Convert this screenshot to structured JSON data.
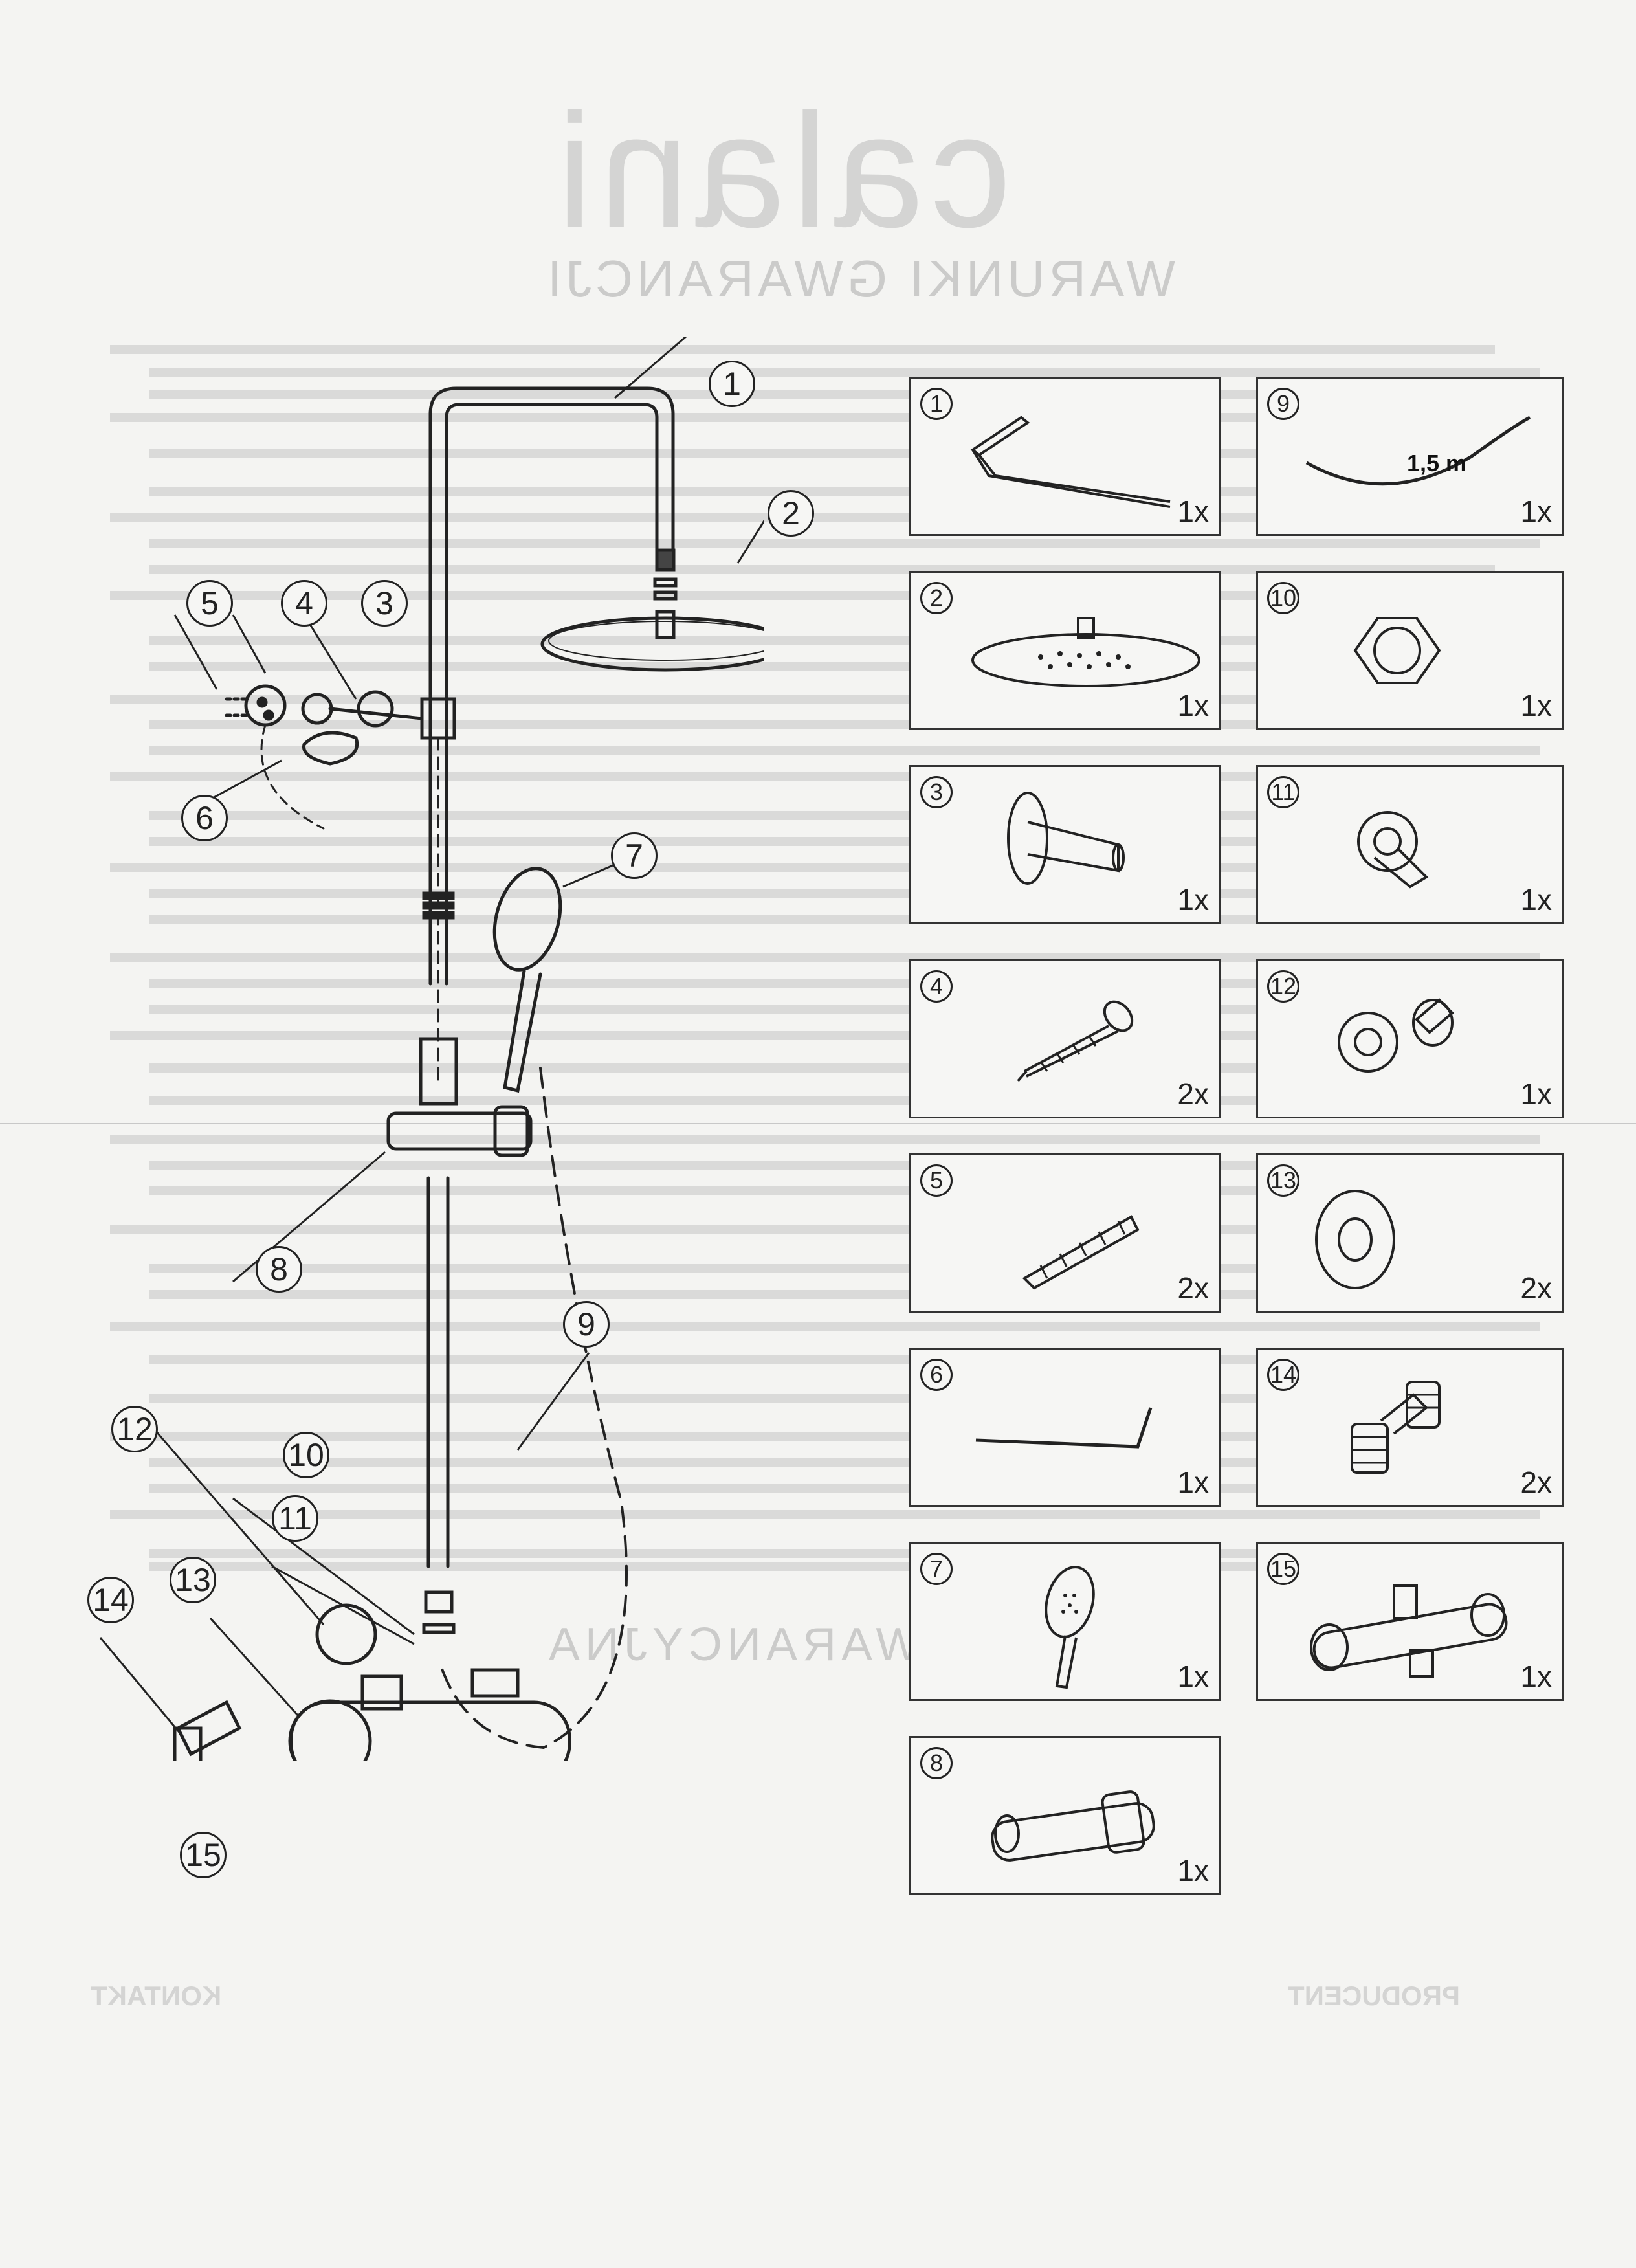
{
  "background_text": {
    "brand": "calani",
    "heading": "WARUNKI GWARANCJI",
    "card_title": "KARTA GWARANCYJNA",
    "contact": "KONTAKT",
    "producer": "PRODUCENT"
  },
  "parts": [
    {
      "number": "1",
      "icon": "riser-pipe-icon",
      "qty": "1x"
    },
    {
      "number": "2",
      "icon": "overhead-shower-head-icon",
      "qty": "1x"
    },
    {
      "number": "3",
      "icon": "wall-bracket-icon",
      "qty": "1x"
    },
    {
      "number": "4",
      "icon": "screw-icon",
      "qty": "2x"
    },
    {
      "number": "5",
      "icon": "wall-plug-icon",
      "qty": "2x"
    },
    {
      "number": "6",
      "icon": "hex-key-icon",
      "qty": "1x"
    },
    {
      "number": "7",
      "icon": "hand-shower-icon",
      "qty": "1x"
    },
    {
      "number": "8",
      "icon": "slider-holder-icon",
      "qty": "1x"
    },
    {
      "number": "9",
      "icon": "shower-hose-icon",
      "qty": "1x",
      "length": "1,5 m"
    },
    {
      "number": "10",
      "icon": "hex-nut-icon",
      "qty": "1x"
    },
    {
      "number": "11",
      "icon": "threaded-adapter-icon",
      "qty": "1x"
    },
    {
      "number": "12",
      "icon": "filter-adapter-icon",
      "qty": "1x"
    },
    {
      "number": "13",
      "icon": "cover-rosette-icon",
      "qty": "2x"
    },
    {
      "number": "14",
      "icon": "eccentric-connector-icon",
      "qty": "2x"
    },
    {
      "number": "15",
      "icon": "thermostatic-mixer-icon",
      "qty": "1x"
    }
  ],
  "callouts": [
    "1",
    "2",
    "3",
    "4",
    "5",
    "6",
    "7",
    "8",
    "9",
    "10",
    "11",
    "12",
    "13",
    "14",
    "15"
  ]
}
